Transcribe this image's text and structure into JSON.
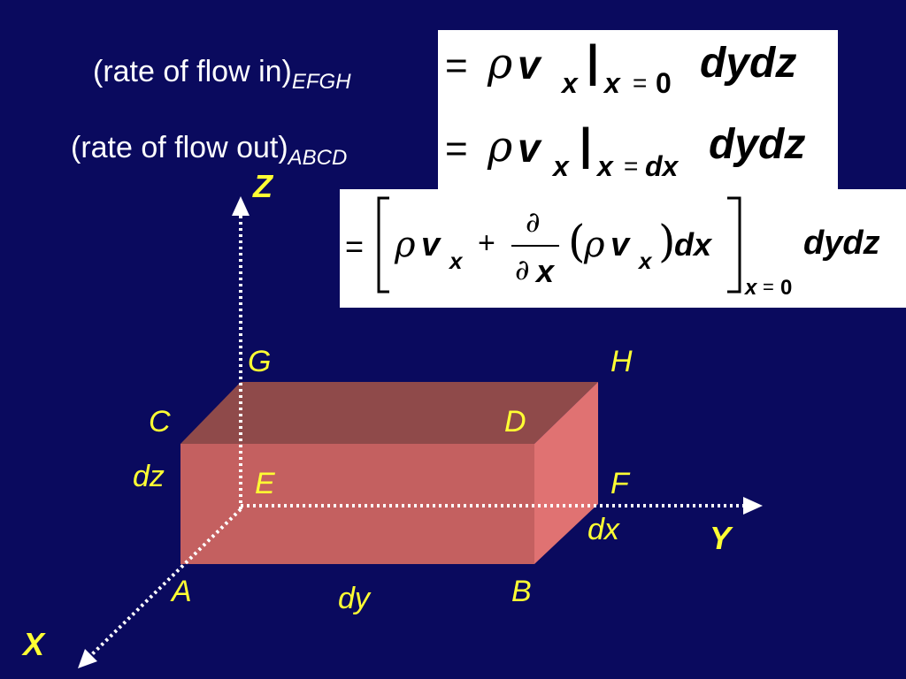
{
  "slide": {
    "row1": {
      "label": "(rate of flow in)",
      "sub": "EFGH"
    },
    "row2": {
      "label": "(rate of flow out)",
      "sub": "ABCD"
    },
    "eq1": {
      "equals": "=",
      "rho": "ρ",
      "v": "v",
      "sub_x": "x",
      "bar": "|",
      "sub_cond": "x",
      "eq_small": "=",
      "zero": "0",
      "tail": "dydz"
    },
    "eq2": {
      "equals": "=",
      "rho": "ρ",
      "v": "v",
      "sub_x": "x",
      "bar": "|",
      "sub_cond": "x",
      "eq_small": "=",
      "dx": "dx",
      "tail": "dydz"
    },
    "eq3": {
      "equals": "=",
      "rho": "ρ",
      "v": "v",
      "sub_x": "x",
      "plus": "+",
      "partial": "∂",
      "x": "x",
      "lparen": "(",
      "rparen": ")",
      "dx": "dx",
      "sub_cond": "x",
      "eq_small": "=",
      "zero": "0",
      "tail": "dydz"
    },
    "axes": {
      "z": "Z",
      "y": "Y",
      "x": "X"
    },
    "corners": {
      "G": "G",
      "H": "H",
      "C": "C",
      "D": "D",
      "E": "E",
      "F": "F",
      "A": "A",
      "B": "B"
    },
    "dims": {
      "dz": "dz",
      "dx": "dx",
      "dy": "dy"
    },
    "colors": {
      "background": "#0a0a5e",
      "label_yellow": "#ffff33",
      "box_front": "#c86060",
      "box_top": "#8f4848",
      "box_side": "#e07070"
    }
  }
}
